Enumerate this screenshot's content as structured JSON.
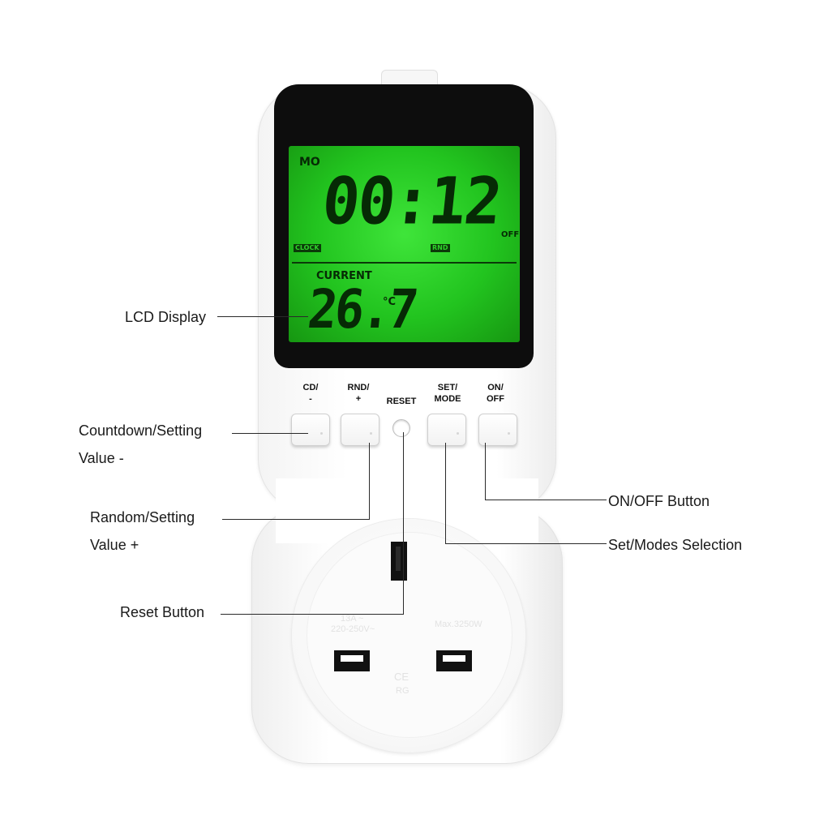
{
  "callouts": {
    "lcd_display": "LCD Display",
    "countdown_line1": "Countdown/Setting",
    "countdown_line2": "Value -",
    "random_line1": "Random/Setting",
    "random_line2": "Value +",
    "reset_button": "Reset Button",
    "on_off_button": "ON/OFF Button",
    "set_modes": "Set/Modes Selection"
  },
  "lcd": {
    "day": "MO",
    "time": "00:12",
    "off_indicator": "OFF",
    "clock_tag": "CLOCK",
    "rnd_tag": "RND",
    "current_label": "CURRENT",
    "temperature": "26.7",
    "temperature_unit": "°C"
  },
  "buttons": {
    "cd_line1": "CD/",
    "cd_line2": "-",
    "rnd_line1": "RND/",
    "rnd_line2": "+",
    "reset": "RESET",
    "set_line1": "SET/",
    "set_line2": "MODE",
    "onoff_line1": "ON/",
    "onoff_line2": "OFF"
  },
  "socket": {
    "rating_left_1": "13A ~",
    "rating_left_2": "220-250V~",
    "rating_right": "Max.3250W",
    "mark": "CE",
    "mark_sub": "RG"
  },
  "colors": {
    "lcd_green": "#22c41f",
    "lcd_text": "#062a05",
    "bezel": "#0d0d0d",
    "device_body": "#ffffff"
  }
}
